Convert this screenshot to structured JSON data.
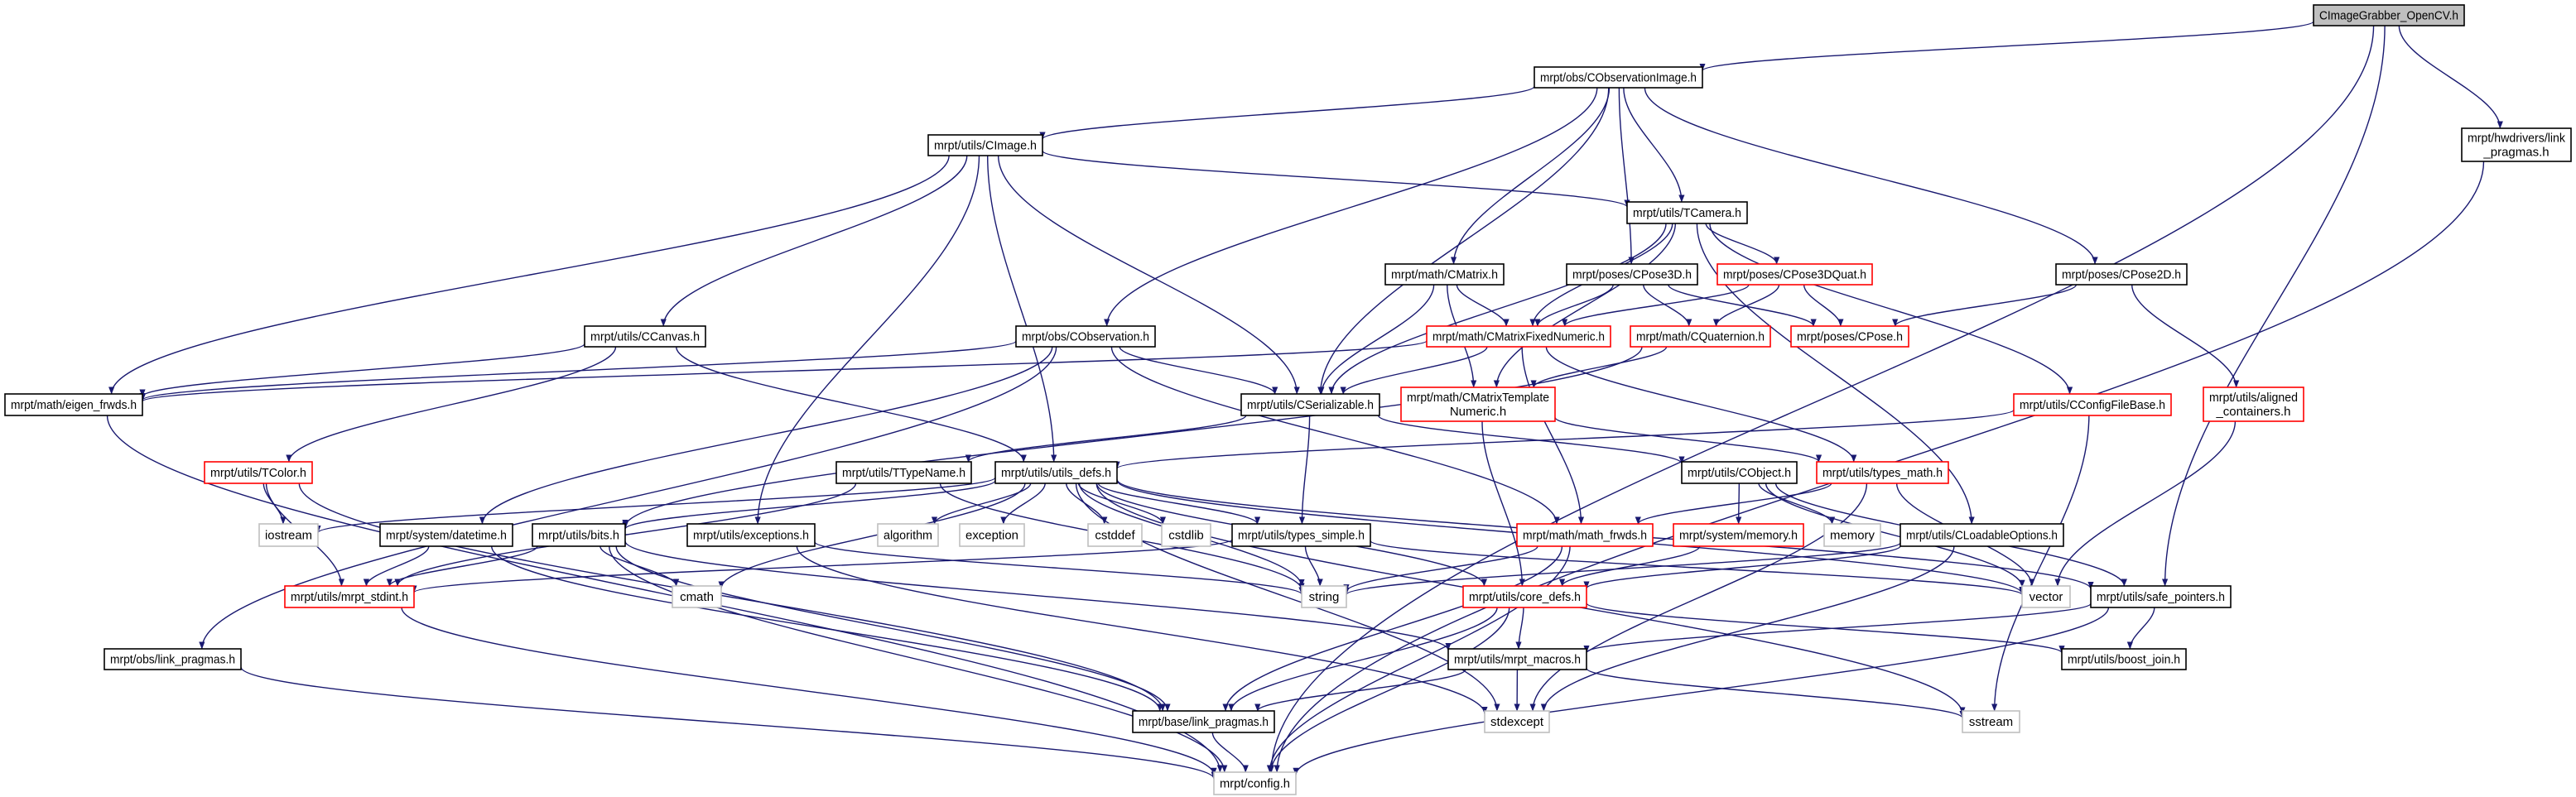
{
  "colors": {
    "edge": "#191970",
    "root_fill": "#bfbfbf",
    "normal_border": "#000000",
    "red_border": "#ff0000",
    "external_border": "#bfbfbf",
    "background": "#ffffff"
  },
  "nodes": [
    {
      "id": "root",
      "lines": [
        "CImageGrabber_OpenCV.h"
      ],
      "kind": "root"
    },
    {
      "id": "obsimage",
      "lines": [
        "mrpt/obs/CObservationImage.h"
      ],
      "kind": "normal"
    },
    {
      "id": "hwlink",
      "lines": [
        "mrpt/hwdrivers/link",
        "_pragmas.h"
      ],
      "kind": "normal"
    },
    {
      "id": "cimage",
      "lines": [
        "mrpt/utils/CImage.h"
      ],
      "kind": "normal"
    },
    {
      "id": "tcamera",
      "lines": [
        "mrpt/utils/TCamera.h"
      ],
      "kind": "normal"
    },
    {
      "id": "cmatrix",
      "lines": [
        "mrpt/math/CMatrix.h"
      ],
      "kind": "normal"
    },
    {
      "id": "cpose3d",
      "lines": [
        "mrpt/poses/CPose3D.h"
      ],
      "kind": "normal"
    },
    {
      "id": "cpose3dquat",
      "lines": [
        "mrpt/poses/CPose3DQuat.h"
      ],
      "kind": "red"
    },
    {
      "id": "cpose2d",
      "lines": [
        "mrpt/poses/CPose2D.h"
      ],
      "kind": "normal"
    },
    {
      "id": "ccanvas",
      "lines": [
        "mrpt/utils/CCanvas.h"
      ],
      "kind": "normal"
    },
    {
      "id": "cobservation",
      "lines": [
        "mrpt/obs/CObservation.h"
      ],
      "kind": "normal"
    },
    {
      "id": "cmfixed",
      "lines": [
        "mrpt/math/CMatrixFixedNumeric.h"
      ],
      "kind": "red"
    },
    {
      "id": "cquat",
      "lines": [
        "mrpt/math/CQuaternion.h"
      ],
      "kind": "red"
    },
    {
      "id": "cpose",
      "lines": [
        "mrpt/poses/CPose.h"
      ],
      "kind": "red"
    },
    {
      "id": "eigenfrwds",
      "lines": [
        "mrpt/math/eigen_frwds.h"
      ],
      "kind": "normal"
    },
    {
      "id": "cserial",
      "lines": [
        "mrpt/utils/CSerializable.h"
      ],
      "kind": "normal"
    },
    {
      "id": "cmtemplate",
      "lines": [
        "mrpt/math/CMatrixTemplate",
        "Numeric.h"
      ],
      "kind": "red"
    },
    {
      "id": "cconfig",
      "lines": [
        "mrpt/utils/CConfigFileBase.h"
      ],
      "kind": "red"
    },
    {
      "id": "aligned",
      "lines": [
        "mrpt/utils/aligned",
        "_containers.h"
      ],
      "kind": "red"
    },
    {
      "id": "tcolor",
      "lines": [
        "mrpt/utils/TColor.h"
      ],
      "kind": "red"
    },
    {
      "id": "ttypename",
      "lines": [
        "mrpt/utils/TTypeName.h"
      ],
      "kind": "normal"
    },
    {
      "id": "utilsdefs",
      "lines": [
        "mrpt/utils/utils_defs.h"
      ],
      "kind": "normal"
    },
    {
      "id": "cobject",
      "lines": [
        "mrpt/utils/CObject.h"
      ],
      "kind": "normal"
    },
    {
      "id": "typesmath",
      "lines": [
        "mrpt/utils/types_math.h"
      ],
      "kind": "red"
    },
    {
      "id": "iostream",
      "lines": [
        "iostream"
      ],
      "kind": "external"
    },
    {
      "id": "datetime",
      "lines": [
        "mrpt/system/datetime.h"
      ],
      "kind": "normal"
    },
    {
      "id": "bits",
      "lines": [
        "mrpt/utils/bits.h"
      ],
      "kind": "normal"
    },
    {
      "id": "exceptions",
      "lines": [
        "mrpt/utils/exceptions.h"
      ],
      "kind": "normal"
    },
    {
      "id": "algorithm",
      "lines": [
        "algorithm"
      ],
      "kind": "external"
    },
    {
      "id": "exception",
      "lines": [
        "exception"
      ],
      "kind": "external"
    },
    {
      "id": "cstddef",
      "lines": [
        "cstddef"
      ],
      "kind": "external"
    },
    {
      "id": "cstdlib",
      "lines": [
        "cstdlib"
      ],
      "kind": "external"
    },
    {
      "id": "typessimple",
      "lines": [
        "mrpt/utils/types_simple.h"
      ],
      "kind": "normal"
    },
    {
      "id": "mathfrwds",
      "lines": [
        "mrpt/math/math_frwds.h"
      ],
      "kind": "red"
    },
    {
      "id": "sysmemory",
      "lines": [
        "mrpt/system/memory.h"
      ],
      "kind": "red"
    },
    {
      "id": "memory",
      "lines": [
        "memory"
      ],
      "kind": "external"
    },
    {
      "id": "cloadable",
      "lines": [
        "mrpt/utils/CLoadableOptions.h"
      ],
      "kind": "normal"
    },
    {
      "id": "stdint",
      "lines": [
        "mrpt/utils/mrpt_stdint.h"
      ],
      "kind": "red"
    },
    {
      "id": "cmath",
      "lines": [
        "cmath"
      ],
      "kind": "external"
    },
    {
      "id": "string",
      "lines": [
        "string"
      ],
      "kind": "external"
    },
    {
      "id": "coredefs",
      "lines": [
        "mrpt/utils/core_defs.h"
      ],
      "kind": "red"
    },
    {
      "id": "vector",
      "lines": [
        "vector"
      ],
      "kind": "external"
    },
    {
      "id": "safeptr",
      "lines": [
        "mrpt/utils/safe_pointers.h"
      ],
      "kind": "normal"
    },
    {
      "id": "obslink",
      "lines": [
        "mrpt/obs/link_pragmas.h"
      ],
      "kind": "normal"
    },
    {
      "id": "macros",
      "lines": [
        "mrpt/utils/mrpt_macros.h"
      ],
      "kind": "normal"
    },
    {
      "id": "boostjoin",
      "lines": [
        "mrpt/utils/boost_join.h"
      ],
      "kind": "normal"
    },
    {
      "id": "baselink",
      "lines": [
        "mrpt/base/link_pragmas.h"
      ],
      "kind": "normal"
    },
    {
      "id": "stdexcept",
      "lines": [
        "stdexcept"
      ],
      "kind": "external"
    },
    {
      "id": "sstream",
      "lines": [
        "sstream"
      ],
      "kind": "external"
    },
    {
      "id": "config",
      "lines": [
        "mrpt/config.h"
      ],
      "kind": "external"
    }
  ],
  "edges": [
    [
      "root",
      "obsimage"
    ],
    [
      "root",
      "hwlink"
    ],
    [
      "root",
      "safeptr"
    ],
    [
      "root",
      "config"
    ],
    [
      "obsimage",
      "cimage"
    ],
    [
      "obsimage",
      "cobservation"
    ],
    [
      "obsimage",
      "cmatrix"
    ],
    [
      "obsimage",
      "cpose3d"
    ],
    [
      "obsimage",
      "tcamera"
    ],
    [
      "obsimage",
      "cpose2d"
    ],
    [
      "obsimage",
      "cserial"
    ],
    [
      "hwlink",
      "config"
    ],
    [
      "cimage",
      "tcamera"
    ],
    [
      "cimage",
      "cserial"
    ],
    [
      "cimage",
      "utilsdefs"
    ],
    [
      "cimage",
      "eigenfrwds"
    ],
    [
      "cimage",
      "ccanvas"
    ],
    [
      "cimage",
      "exceptions"
    ],
    [
      "tcamera",
      "cserial"
    ],
    [
      "tcamera",
      "cmfixed"
    ],
    [
      "tcamera",
      "cmtemplate"
    ],
    [
      "tcamera",
      "cpose3dquat"
    ],
    [
      "tcamera",
      "cconfig"
    ],
    [
      "tcamera",
      "cloadable"
    ],
    [
      "cmatrix",
      "cmfixed"
    ],
    [
      "cmatrix",
      "cserial"
    ],
    [
      "cmatrix",
      "cmtemplate"
    ],
    [
      "cpose3d",
      "cmfixed"
    ],
    [
      "cpose3d",
      "cquat"
    ],
    [
      "cpose3d",
      "cpose"
    ],
    [
      "cpose3dquat",
      "cmfixed"
    ],
    [
      "cpose3dquat",
      "cquat"
    ],
    [
      "cpose3dquat",
      "cpose"
    ],
    [
      "cpose2d",
      "cpose"
    ],
    [
      "cpose2d",
      "aligned"
    ],
    [
      "ccanvas",
      "eigenfrwds"
    ],
    [
      "ccanvas",
      "tcolor"
    ],
    [
      "ccanvas",
      "utilsdefs"
    ],
    [
      "cobservation",
      "cserial"
    ],
    [
      "cobservation",
      "eigenfrwds"
    ],
    [
      "cobservation",
      "datetime"
    ],
    [
      "cobservation",
      "mathfrwds"
    ],
    [
      "cobservation",
      "obslink"
    ],
    [
      "cmfixed",
      "cserial"
    ],
    [
      "cmfixed",
      "eigenfrwds"
    ],
    [
      "cmfixed",
      "mathfrwds"
    ],
    [
      "cmfixed",
      "typesmath"
    ],
    [
      "cquat",
      "cmtemplate"
    ],
    [
      "cquat",
      "bits"
    ],
    [
      "cserial",
      "cobject"
    ],
    [
      "cserial",
      "ttypename"
    ],
    [
      "cserial",
      "typessimple"
    ],
    [
      "cmtemplate",
      "coredefs"
    ],
    [
      "cmtemplate",
      "typesmath"
    ],
    [
      "cconfig",
      "utilsdefs"
    ],
    [
      "cconfig",
      "sstream"
    ],
    [
      "aligned",
      "vector"
    ],
    [
      "tcolor",
      "iostream"
    ],
    [
      "tcolor",
      "stdint"
    ],
    [
      "tcolor",
      "baselink"
    ],
    [
      "ttypename",
      "string"
    ],
    [
      "ttypename",
      "stdint"
    ],
    [
      "utilsdefs",
      "iostream"
    ],
    [
      "utilsdefs",
      "bits"
    ],
    [
      "utilsdefs",
      "algorithm"
    ],
    [
      "utilsdefs",
      "exception"
    ],
    [
      "utilsdefs",
      "cstddef"
    ],
    [
      "utilsdefs",
      "cstdlib"
    ],
    [
      "utilsdefs",
      "typessimple"
    ],
    [
      "utilsdefs",
      "string"
    ],
    [
      "utilsdefs",
      "coredefs"
    ],
    [
      "utilsdefs",
      "stdexcept"
    ],
    [
      "utilsdefs",
      "vector"
    ],
    [
      "utilsdefs",
      "sstream"
    ],
    [
      "utilsdefs",
      "safeptr"
    ],
    [
      "utilsdefs",
      "cmath"
    ],
    [
      "cobject",
      "sysmemory"
    ],
    [
      "cobject",
      "memory"
    ],
    [
      "cobject",
      "safeptr"
    ],
    [
      "cobject",
      "vector"
    ],
    [
      "typesmath",
      "mathfrwds"
    ],
    [
      "typesmath",
      "vector"
    ],
    [
      "typesmath",
      "stdexcept"
    ],
    [
      "datetime",
      "stdint"
    ],
    [
      "datetime",
      "baselink"
    ],
    [
      "bits",
      "stdint"
    ],
    [
      "bits",
      "cmath"
    ],
    [
      "bits",
      "macros"
    ],
    [
      "bits",
      "config"
    ],
    [
      "bits",
      "baselink"
    ],
    [
      "exceptions",
      "string"
    ],
    [
      "exceptions",
      "stdexcept"
    ],
    [
      "typessimple",
      "string"
    ],
    [
      "typessimple",
      "stdint"
    ],
    [
      "typessimple",
      "vector"
    ],
    [
      "mathfrwds",
      "string"
    ],
    [
      "mathfrwds",
      "baselink"
    ],
    [
      "mathfrwds",
      "config"
    ],
    [
      "sysmemory",
      "coredefs"
    ],
    [
      "cloadable",
      "string"
    ],
    [
      "cloadable",
      "stdexcept"
    ],
    [
      "cloadable",
      "coredefs"
    ],
    [
      "stdint",
      "config"
    ],
    [
      "coredefs",
      "macros"
    ],
    [
      "coredefs",
      "baselink"
    ],
    [
      "coredefs",
      "config"
    ],
    [
      "coredefs",
      "boostjoin"
    ],
    [
      "safeptr",
      "boostjoin"
    ],
    [
      "safeptr",
      "macros"
    ],
    [
      "safeptr",
      "config"
    ],
    [
      "obslink",
      "config"
    ],
    [
      "eigenfrwds",
      "config"
    ],
    [
      "macros",
      "baselink"
    ],
    [
      "macros",
      "stdexcept"
    ],
    [
      "macros",
      "sstream"
    ],
    [
      "baselink",
      "config"
    ]
  ]
}
